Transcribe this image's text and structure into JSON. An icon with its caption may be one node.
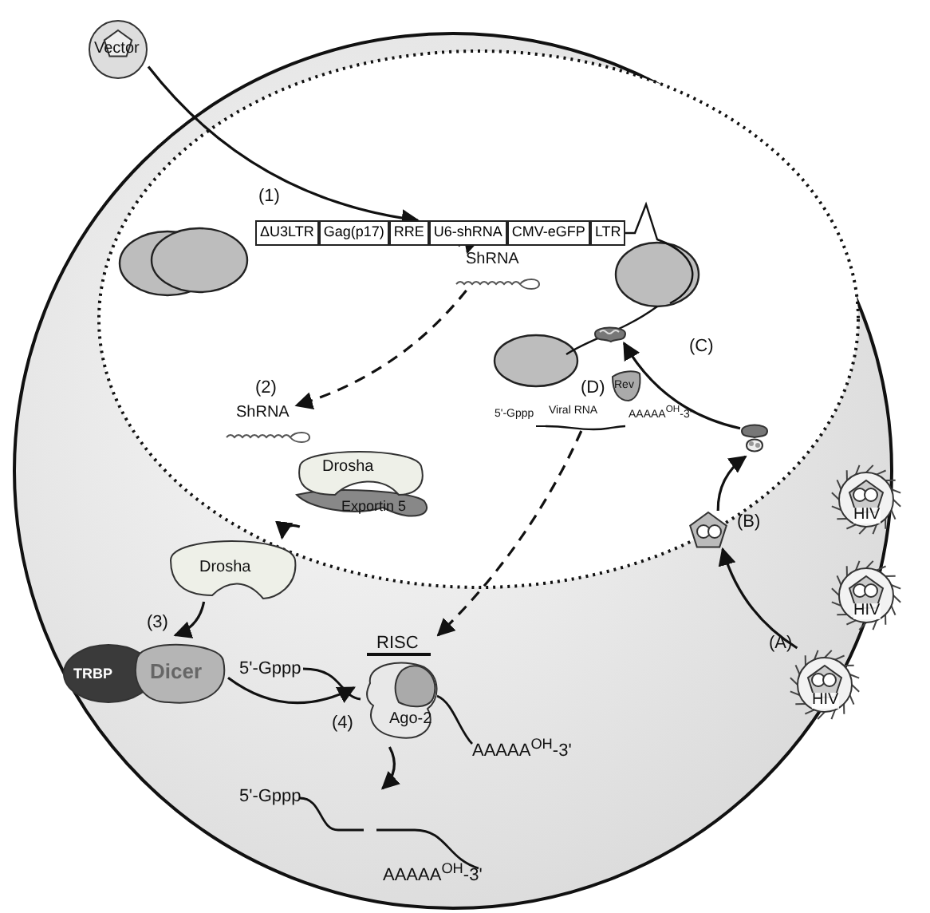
{
  "diagram": {
    "nodes": [
      {
        "text": [
          "Vector"
        ]
      },
      {
        "text": [
          "ΔU3LTR",
          "Gag(p17)",
          "RRE",
          "U6-shRNA",
          "CMV-eGFP",
          "LTR"
        ],
        "beside": [
          "(1)"
        ]
      },
      {
        "text": [
          "ShRNA"
        ]
      },
      {
        "text": [
          "ShRNA"
        ],
        "beside": [
          "(2)"
        ]
      },
      {
        "text": [
          "Drosha",
          "Exportin 5"
        ]
      },
      {
        "text": [
          "Drosha"
        ]
      },
      {
        "text": [
          "TRBP",
          "Dicer"
        ],
        "beside": [
          "(3)"
        ]
      },
      {
        "text": [
          "RISC",
          "Ago-2"
        ],
        "beside": [
          "(4)"
        ]
      },
      {
        "text": [
          "5'-Gppp",
          "Viral RNA",
          "AAAAA$^{OH}$-3'"
        ],
        "beside": [
          "(D)"
        ]
      },
      {
        "text": [
          "Rev"
        ]
      },
      {
        "text": [
          "5'-Gppp",
          "AAAAA$^{OH}$-3'"
        ]
      },
      {
        "text": [
          "HIV"
        ]
      },
      {
        "text": [
          "HIV"
        ]
      },
      {
        "text": [
          "HIV"
        ],
        "beside": [
          "(A)"
        ]
      },
      {
        "text": [],
        "shape": "picture",
        "beside": [
          "(B)"
        ]
      },
      {
        "text": [],
        "shape": "picture"
      },
      {
        "text": [],
        "shape": "picture",
        "beside": [
          "(C)"
        ]
      }
    ],
    "edges": [
      {
        "from": 0,
        "to": 1,
        "arrow": "to"
      },
      {
        "from": 1,
        "to": 2,
        "arrow": "to"
      },
      {
        "from": 2,
        "to": 3,
        "arrow": "to",
        "style": "dashed"
      },
      {
        "from": 4,
        "to": 5,
        "arrow": "to"
      },
      {
        "from": 5,
        "to": 6,
        "arrow": "to"
      },
      {
        "from": 6,
        "to": 7,
        "arrow": "to"
      },
      {
        "from": 8,
        "to": 7,
        "arrow": "to",
        "style": "dashed"
      },
      {
        "from": 7,
        "to": 10,
        "arrow": "to"
      },
      {
        "from": 13,
        "to": 14,
        "arrow": "to"
      },
      {
        "from": 14,
        "to": 15,
        "arrow": "to"
      },
      {
        "from": 15,
        "to": 16,
        "arrow": "to"
      }
    ],
    "labels": [
      "5'-Gppp",
      "AAAAA$^{OH}$-3'"
    ]
  }
}
